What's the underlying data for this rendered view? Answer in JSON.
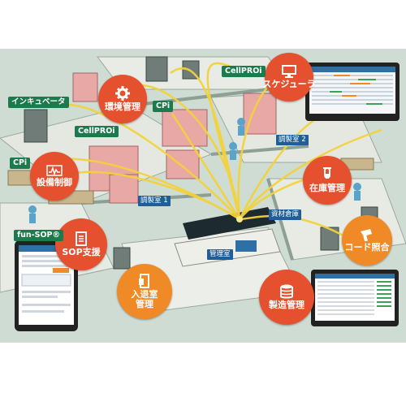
{
  "circles": {
    "scheduler": "スケジューラ",
    "env_mgmt": "環境管理",
    "facility_ctrl": "設備制御",
    "inventory": "在庫管理",
    "code_check": "コード照合",
    "sop_support": "SOP支援",
    "entry_exit": "入退室\n管理",
    "manufacturing": "製造管理"
  },
  "tags": {
    "incubator": "インキュベータ",
    "cellproi_top": "CellPROi",
    "cpi_center": "CPi",
    "cellproi_left": "CellPROi",
    "cpi_left": "CPi",
    "fun_sop": "fun-SOP®"
  },
  "rooms": {
    "prep_room_2": "調製室 2",
    "prep_room_1": "調製室 1",
    "material_warehouse": "資材倉庫",
    "control_room": "管理室"
  },
  "colors": {
    "circle_red": "#e5512f",
    "circle_orange": "#f08a26",
    "tag_green": "#1c7a4c",
    "room_blue": "#1f5e96",
    "signal_yellow": "#f3d23a"
  },
  "icons": [
    "monitor-icon",
    "gear-icon",
    "pulse-icon",
    "test-tube-icon",
    "barcode-scanner-icon",
    "document-icon",
    "door-card-icon",
    "database-icon"
  ]
}
